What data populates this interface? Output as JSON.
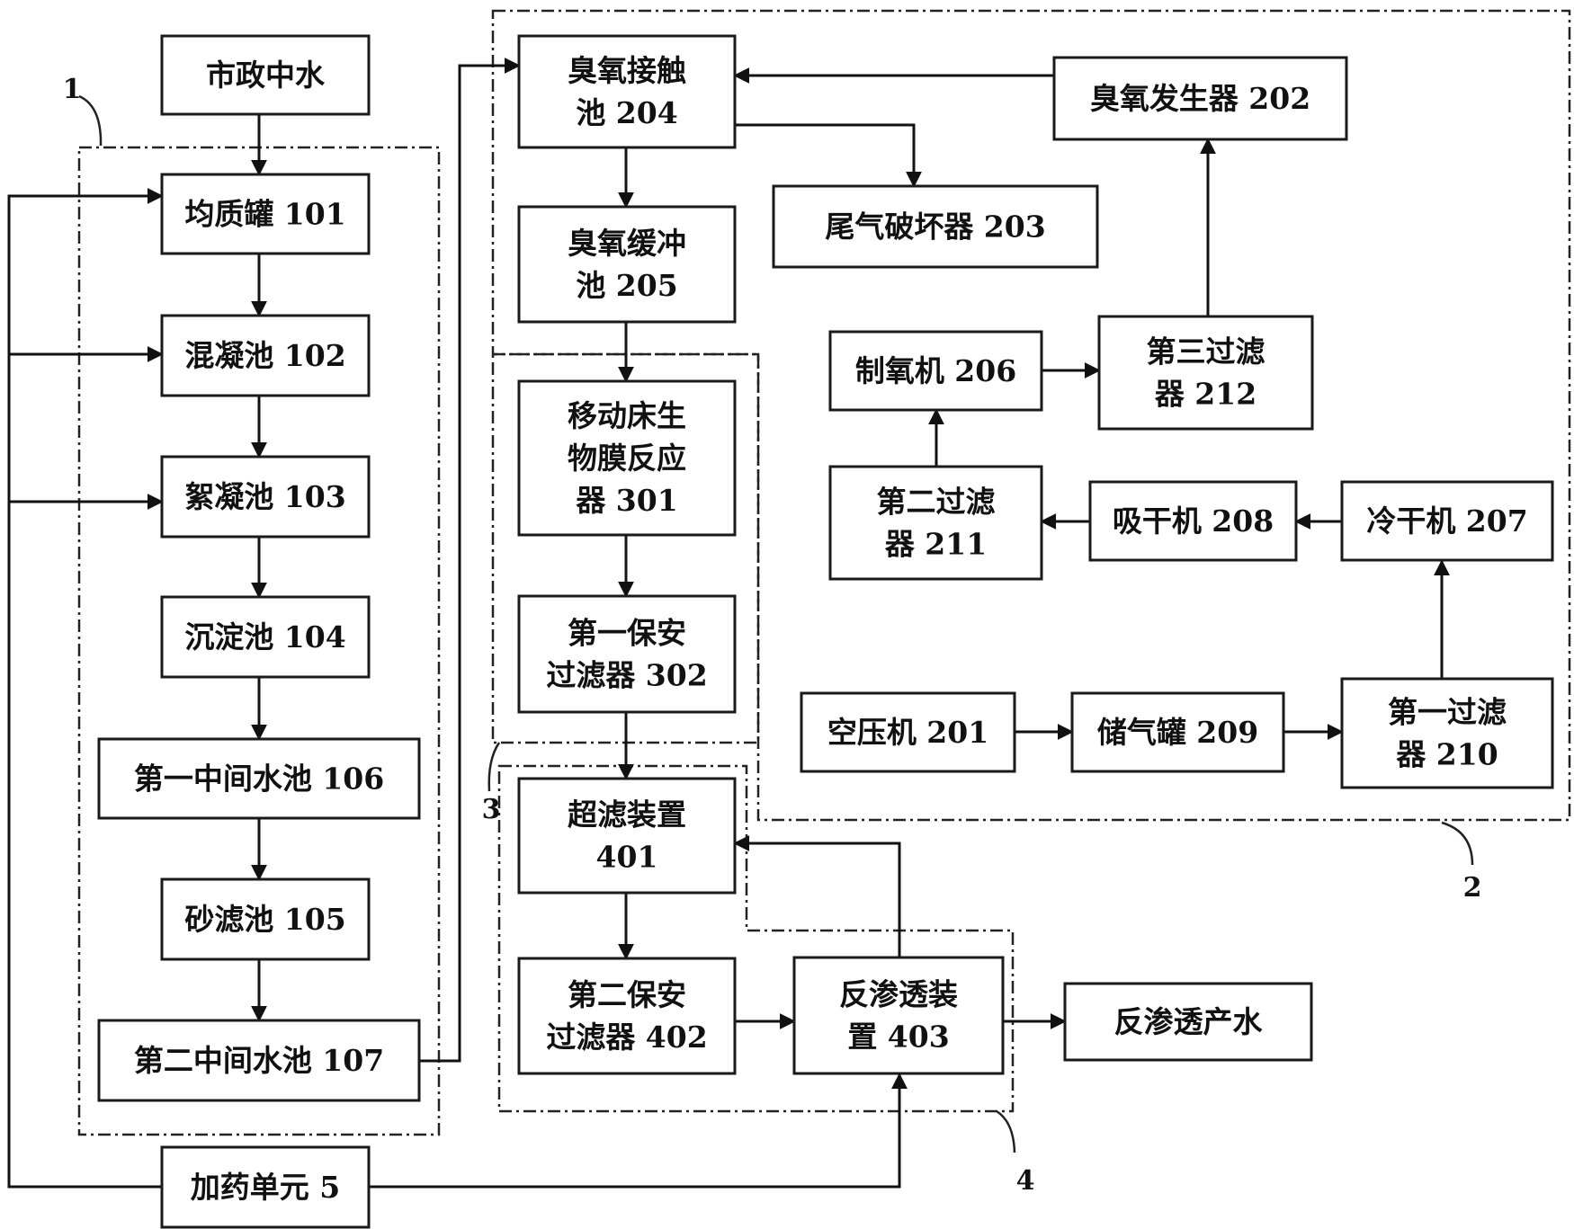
{
  "boxes": {
    "b_city": [
      "市政中水"
    ],
    "b101": [
      "均质罐 101"
    ],
    "b102": [
      "混凝池 102"
    ],
    "b103": [
      "絮凝池 103"
    ],
    "b104": [
      "沉淀池 104"
    ],
    "b106": [
      "第一中间水池 106"
    ],
    "b105": [
      "砂滤池 105"
    ],
    "b107": [
      "第二中间水池 107"
    ],
    "b5": [
      "加药单元 5"
    ],
    "b204": [
      "臭氧接触",
      "池 204"
    ],
    "b205": [
      "臭氧缓冲",
      "池 205"
    ],
    "b301": [
      "移动床生",
      "物膜反应",
      "器 301"
    ],
    "b302": [
      "第一保安",
      "过滤器 302"
    ],
    "b401": [
      "超滤装置",
      "401"
    ],
    "b402": [
      "第二保安",
      "过滤器 402"
    ],
    "b403": [
      "反渗透装",
      "置 403"
    ],
    "b_out": [
      "反渗透产水"
    ],
    "b202": [
      "臭氧发生器 202"
    ],
    "b203": [
      "尾气破坏器 203"
    ],
    "b206": [
      "制氧机 206"
    ],
    "b212": [
      "第三过滤",
      "器 212"
    ],
    "b211": [
      "第二过滤",
      "器 211"
    ],
    "b208": [
      "吸干机 208"
    ],
    "b207": [
      "冷干机 207"
    ],
    "b201": [
      "空压机 201"
    ],
    "b209": [
      "储气罐 209"
    ],
    "b210": [
      "第一过滤",
      "器 210"
    ]
  },
  "group_labels": {
    "g1": "1",
    "g2": "2",
    "g3": "3",
    "g4": "4"
  }
}
